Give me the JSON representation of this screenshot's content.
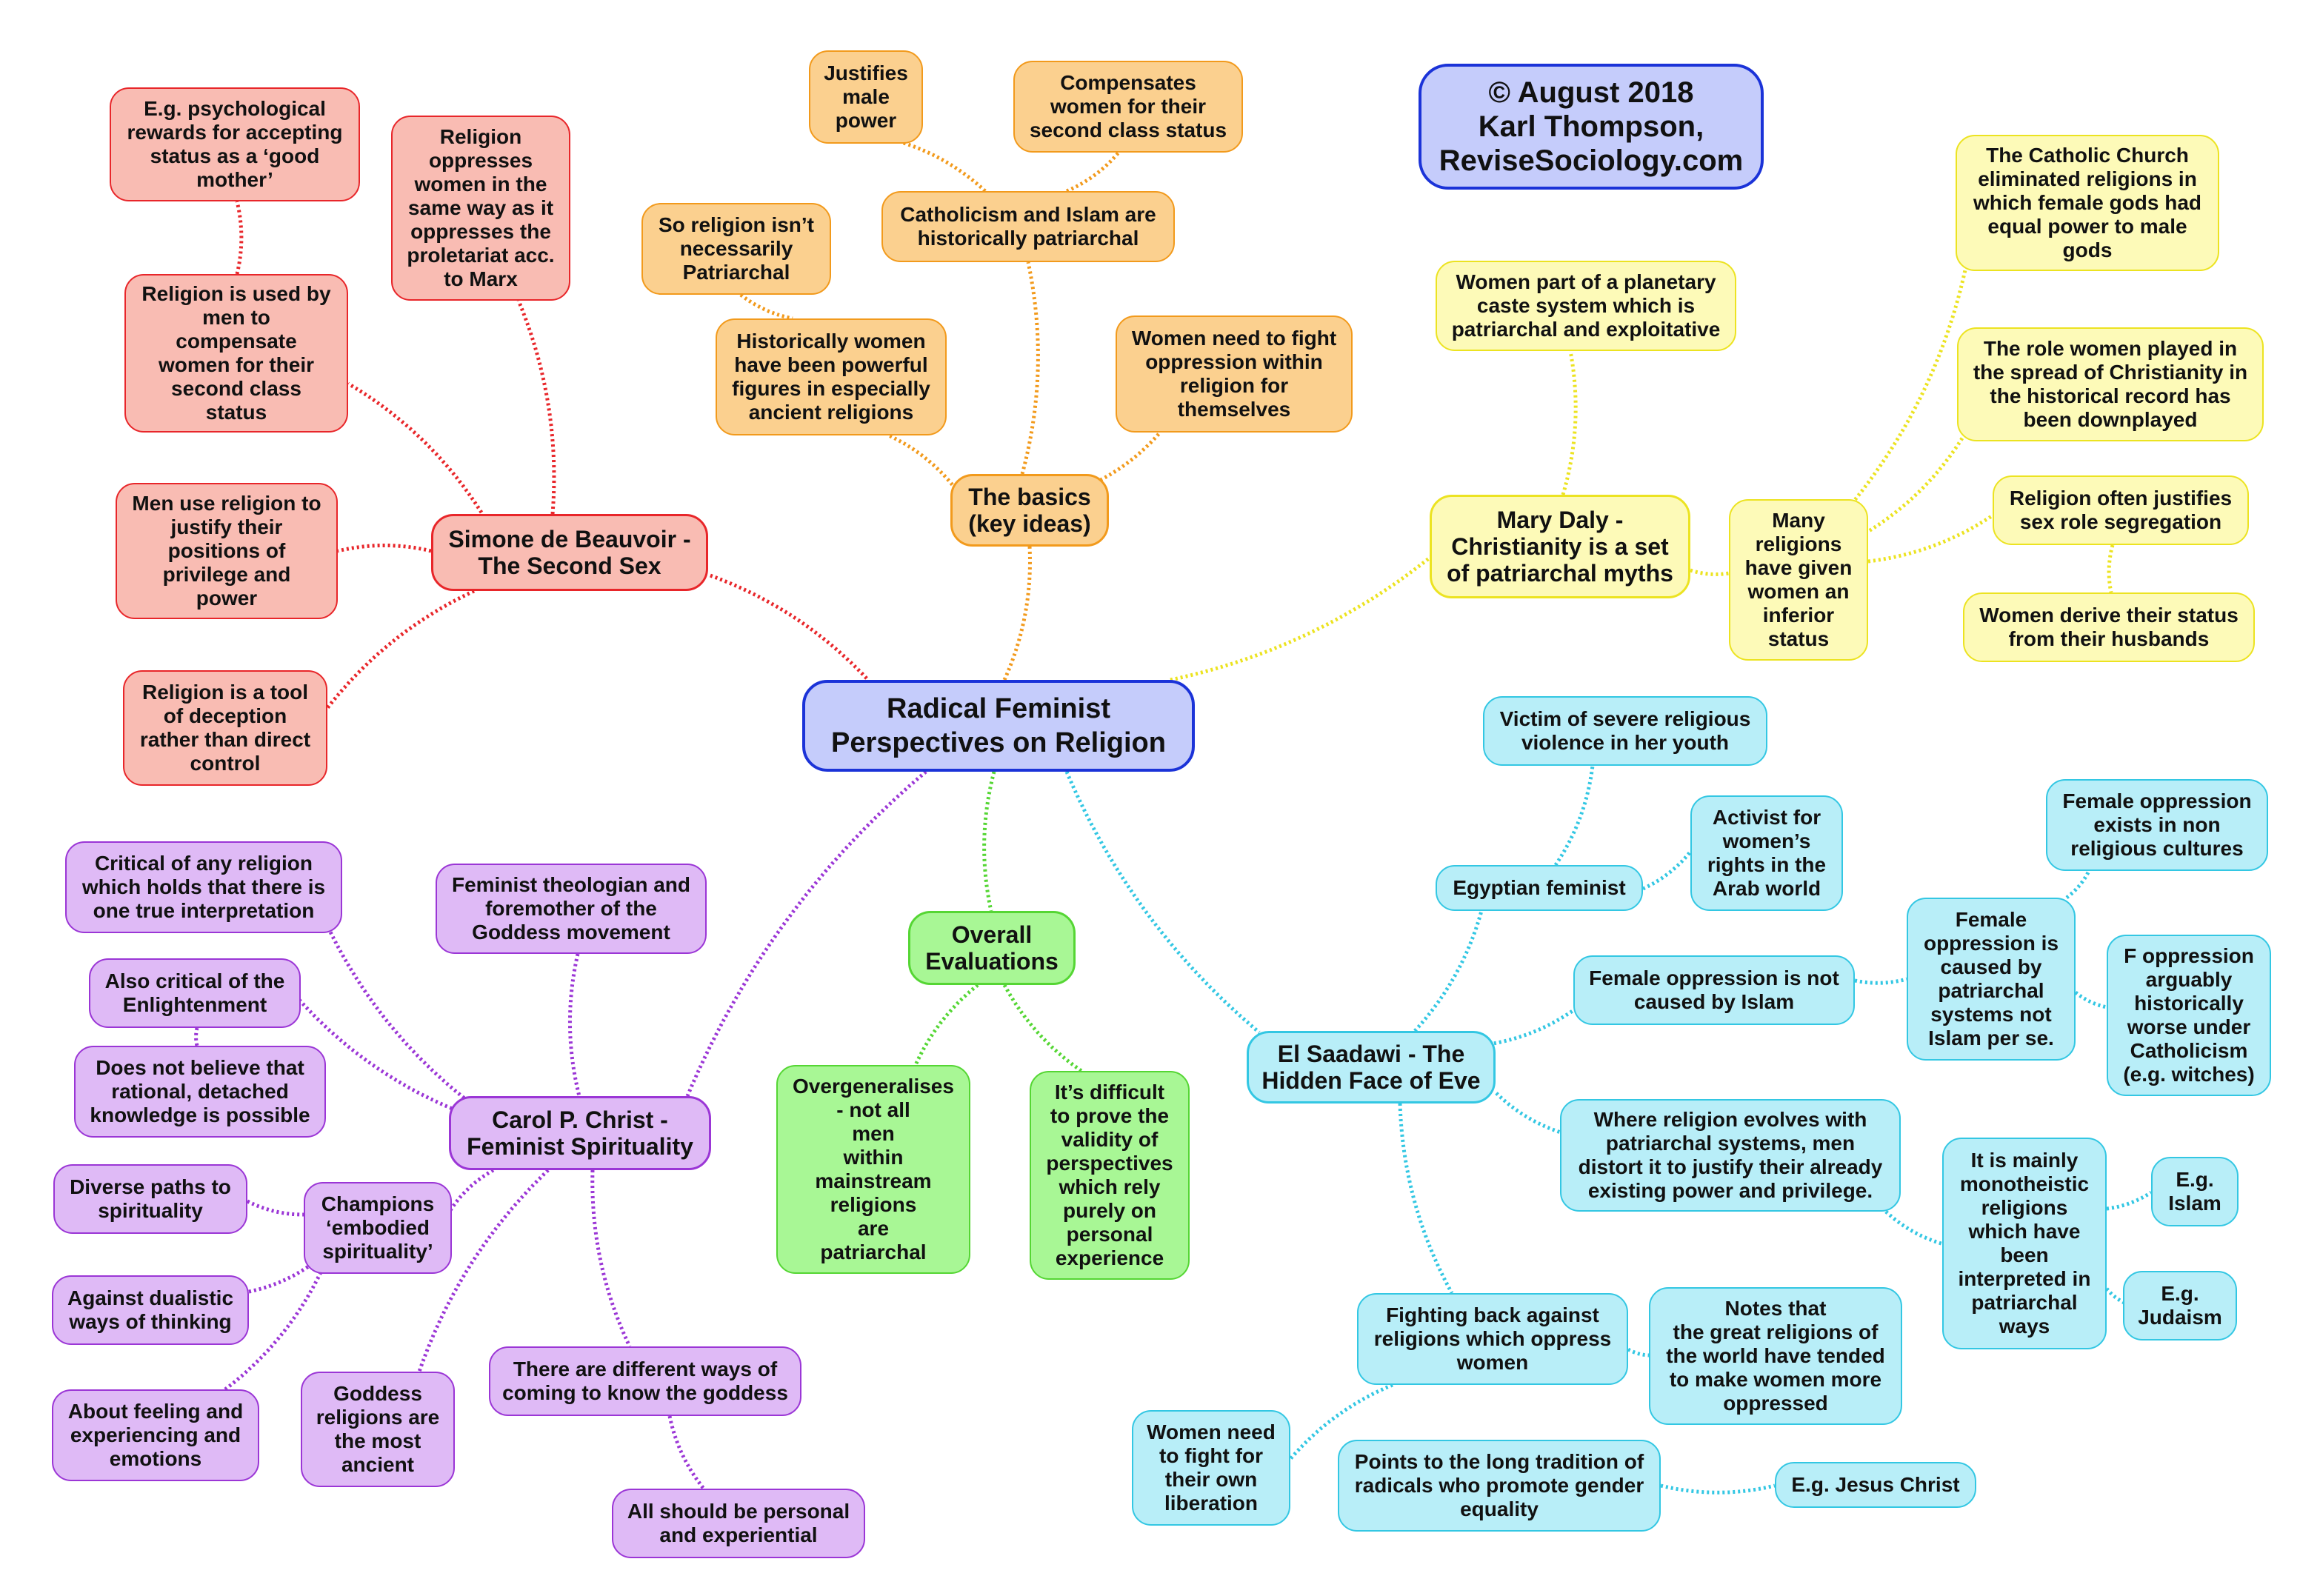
{
  "title": "Radical Feminist\nPerspectives on Religion",
  "credit": "© August 2018\nKarl Thompson,\nReviseSociology.com",
  "colors": {
    "red": "#e8262a",
    "orange": "#f29a1c",
    "yellow": "#ece321",
    "cyan": "#33c7e3",
    "purple": "#9b36d6",
    "green": "#55d634",
    "blue": "#1b33d8"
  },
  "branches": {
    "beauvoir": {
      "title": "Simone de Beauvoir -\nThe Second Sex",
      "tool_deception": "Religion is a tool\nof deception\nrather than direct\ncontrol",
      "men_justify": "Men use religion to\njustify their\npositions of\nprivilege and\npower",
      "compensate": "Religion is used by\nmen to\ncompensate\nwomen for their\nsecond class\nstatus",
      "psych_rewards": "E.g. psychological\nrewards for accepting\nstatus as a ‘good\nmother’",
      "marx": "Religion\noppresses\nwomen in the\nsame way as it\noppresses the\nproletariat acc.\nto Marx"
    },
    "basics": {
      "title": "The basics\n(key ideas)",
      "catholicism_islam": "Catholicism and Islam are\nhistorically patriarchal",
      "justifies_male": "Justifies\nmale\npower",
      "compensates_women": "Compensates\nwomen for their\nsecond class status",
      "not_patriarchal": "So religion isn’t\nnecessarily\nPatriarchal",
      "powerful_figures": "Historically women\nhave been powerful\nfigures in especially\nancient religions",
      "fight_oppression": "Women need to fight\noppression within\nreligion for\nthemselves"
    },
    "daly": {
      "title": "Mary Daly -\nChristianity is a set\nof patriarchal myths",
      "planetary_caste": "Women part of a planetary\ncaste system which is\npatriarchal and exploitative",
      "many_religions": "Many\nreligions\nhave given\nwomen an\ninferior\nstatus",
      "catholic_church": "The Catholic Church\neliminated religions in\nwhich female gods had\nequal power to male\ngods",
      "spread_christianity": "The role women played in\nthe spread of Christianity in\nthe historical record has\nbeen downplayed",
      "sex_role": "Religion often justifies\nsex role segregation",
      "status_husbands": "Women derive their status\nfrom their husbands"
    },
    "saadawi": {
      "title": "El Saadawi - The\nHidden Face of Eve",
      "egyptian_feminist": "Egyptian feminist",
      "victim": "Victim of severe religious\nviolence in her youth",
      "activist": "Activist for\nwomen’s\nrights in the\nArab world",
      "not_islam": "Female oppression is not\ncaused by Islam",
      "caused_by_patriarchal": "Female\noppression is\ncaused by\npatriarchal\nsystems not\nIslam per se.",
      "non_religious": "Female oppression\nexists in non\nreligious cultures",
      "catholicism_worse": "F oppression\narguably\nhistorically\nworse under\nCatholicism\n(e.g. witches)",
      "men_distort": "Where religion evolves with\npatriarchal systems, men\ndistort it to justify their already\nexisting power and privilege.",
      "monotheistic": "It is mainly\nmonotheistic\nreligions\nwhich have\nbeen\ninterpreted in\npatriarchal\nways",
      "islam": "E.g.\nIslam",
      "judaism": "E.g.\nJudaism",
      "fighting_back": "Fighting back against\nreligions which oppress\nwomen",
      "great_religions": "Notes that\nthe great religions of\nthe world have tended\nto make women more\noppressed",
      "own_liberation": "Women need\nto fight for\ntheir own\nliberation",
      "long_tradition": "Points to the long tradition of\nradicals who promote gender\nequality",
      "jesus": "E.g. Jesus Christ"
    },
    "evaluations": {
      "title": "Overall\nEvaluations",
      "overgeneralises": "Overgeneralises\n- not all\nmen\nwithin\nmainstream\nreligions\nare\npatriarchal",
      "difficult": "It’s difficult\nto prove the\nvalidity of\nperspectives\nwhich rely\npurely on\npersonal\nexperience"
    },
    "christ": {
      "title": "Carol P. Christ -\nFeminist Spirituality",
      "theologian": "Feminist theologian and\nforemother of the\nGoddess movement",
      "critical_religion": "Critical of any religion\nwhich holds that there is\none true interpretation",
      "enlightenment": "Also critical of the\nEnlightenment",
      "detached": "Does not believe that\nrational, detached\nknowledge is possible",
      "embodied": "Champions\n‘embodied\nspirituality’",
      "diverse_paths": "Diverse paths to\nspirituality",
      "dualistic": "Against dualistic\nways of thinking",
      "feeling": "About feeling and\nexperiencing and\nemotions",
      "goddess_ancient": "Goddess\nreligions are\nthe most\nancient",
      "different_ways": "There are different ways of\ncoming to know the goddess",
      "personal": "All should be personal\nand experiential"
    }
  }
}
